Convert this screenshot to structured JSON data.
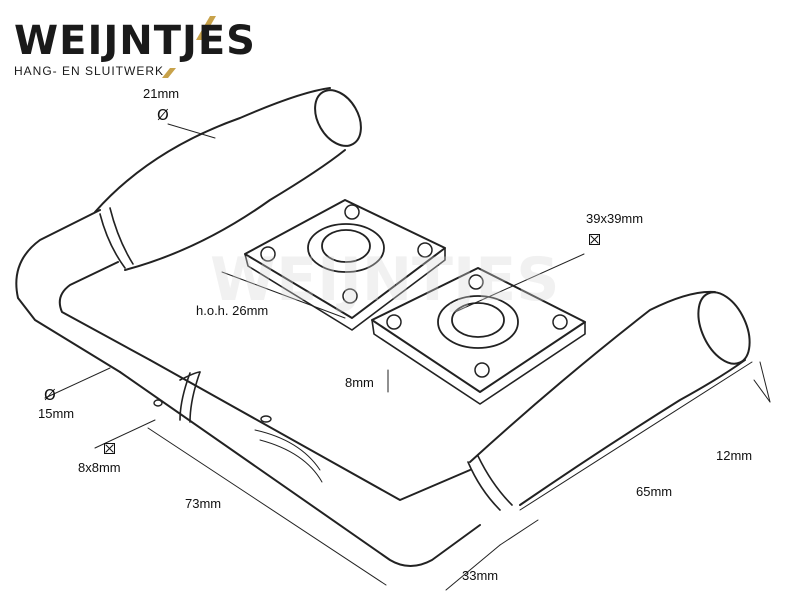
{
  "brand": {
    "name": "WEIJNTJES",
    "tagline": "HANG- EN SLUITWERK",
    "accent_color": "#c8a24a",
    "text_color": "#1a1a1a"
  },
  "dimensions": {
    "grip_diameter": "21mm",
    "rosette_size": "39x39mm",
    "hole_spacing": "h.o.h. 26mm",
    "rosette_height": "8mm",
    "neck_diameter": "15mm",
    "spindle": "8x8mm",
    "length_73": "73mm",
    "length_65": "65mm",
    "thickness_12": "12mm",
    "offset_33": "33mm"
  },
  "symbols": {
    "diameter": "Ø",
    "square": "square-icon"
  }
}
